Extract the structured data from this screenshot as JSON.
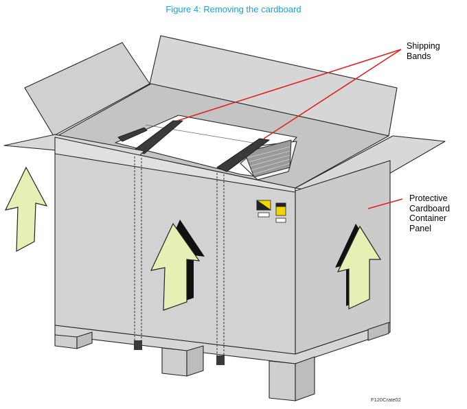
{
  "caption": "Figure 4: Removing the cardboard",
  "labels": {
    "shipping_bands": [
      "Shipping",
      "Bands"
    ],
    "container_panel": [
      "Protective",
      "Cardboard",
      "Container",
      "Panel"
    ]
  },
  "figure_id": "F120Crate02",
  "colors": {
    "cardboard": "#d4d4d4",
    "cardboard_dark": "#bdbdbd",
    "arrow_fill": "#e6f0b4",
    "leader_line": "#e0201c",
    "band": "#3a3a3a",
    "warning_yellow": "#f2d400",
    "caption": "#1aa0d8"
  }
}
